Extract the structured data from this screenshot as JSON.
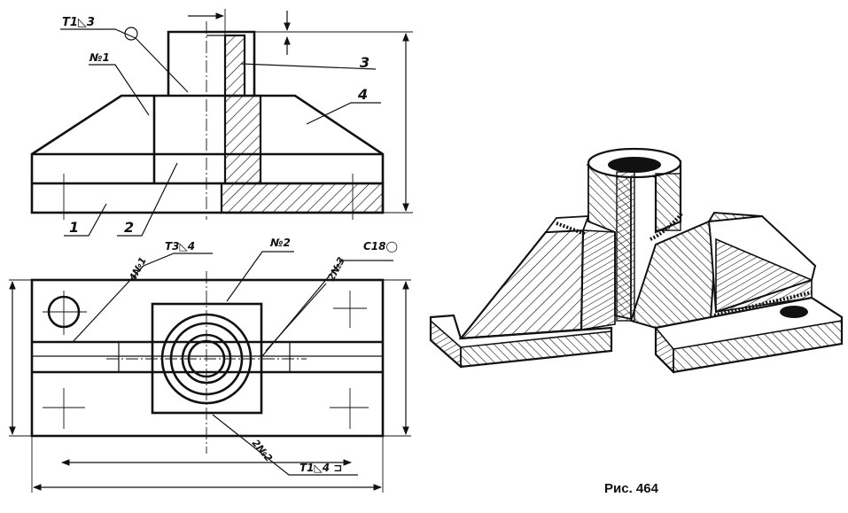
{
  "figure": {
    "caption": "Рис. 464",
    "front_view": {
      "part_labels": [
        "1",
        "2",
        "3",
        "4"
      ],
      "weld_labels": [
        "№1"
      ],
      "weld_symbols": [
        "T1◺3"
      ]
    },
    "top_view": {
      "weld_labels": [
        "№2",
        "4№1",
        "2№3",
        "2№2"
      ],
      "weld_symbols": [
        "T3◺4",
        "C18◯",
        "T1◺4 ⊐"
      ]
    }
  }
}
